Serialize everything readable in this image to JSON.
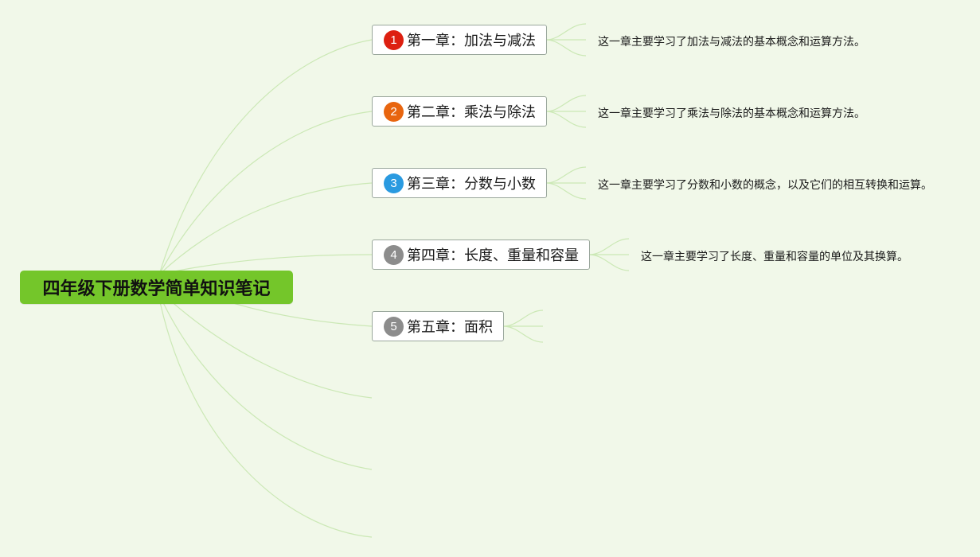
{
  "root": {
    "title": "四年级下册数学简单知识笔记",
    "color": "#74c62a"
  },
  "chapters": [
    {
      "number": "1",
      "label": "第一章：加法与减法",
      "note": "这一章主要学习了加法与减法的基本概念和运算方法。",
      "marker_color": "#dd1f10"
    },
    {
      "number": "2",
      "label": "第二章：乘法与除法",
      "note": "这一章主要学习了乘法与除法的基本概念和运算方法。",
      "marker_color": "#e8650f"
    },
    {
      "number": "3",
      "label": "第三章：分数与小数",
      "note": "这一章主要学习了分数和小数的概念，以及它们的相互转换和运算。",
      "marker_color": "#2a9ae0"
    },
    {
      "number": "4",
      "label": "第四章：长度、重量和容量",
      "note": "这一章主要学习了长度、重量和容量的单位及其换算。",
      "marker_color": "#8c8c8c"
    },
    {
      "number": "5",
      "label": "第五章：面积",
      "note": "",
      "marker_color": "#8c8c8c"
    }
  ],
  "colors": {
    "background": "#f1f8e9",
    "connector": "#cbe8b5"
  }
}
